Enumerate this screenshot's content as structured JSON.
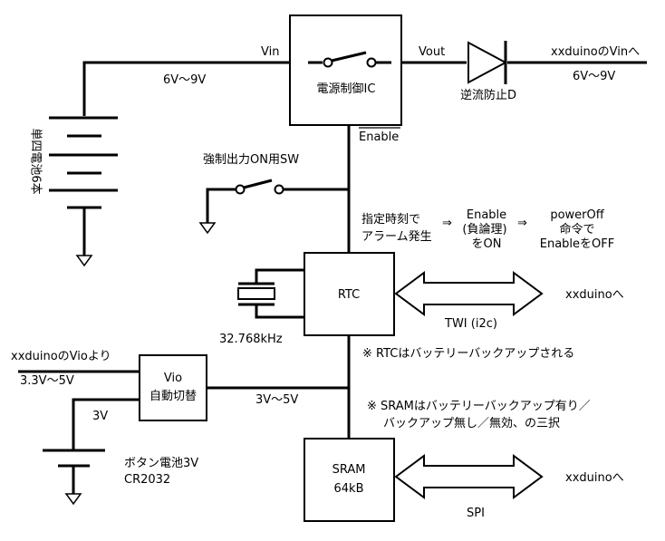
{
  "labels": {
    "vin": "Vin",
    "vin_range": "6V～9V",
    "power_ic": "電源制御IC",
    "vout": "Vout",
    "diode": "逆流防止D",
    "to_vin": "xxduinoのVinへ",
    "vout_range": "6V～9V",
    "battery": "単四電池6本",
    "enable": "Enable",
    "force_sw": "強制出力ON用SW",
    "alarm_line1": "指定時刻で",
    "alarm_line2": "アラーム発生",
    "arrow1": "⇒",
    "enable_line1": "Enable",
    "enable_line2": "(負論理)",
    "enable_line3": "をON",
    "arrow2": "⇒",
    "poweroff_line1": "powerOff",
    "poweroff_line2": "命令で",
    "poweroff_line3": "EnableをOFF",
    "rtc": "RTC",
    "crystal_freq": "32.768kHz",
    "twi": "TWI (i2c)",
    "to_xx_twi": "xxduinoへ",
    "rtc_note": "※ RTCはバッテリーバックアップされる",
    "vio_from": "xxduinoのVioより",
    "vio_range": "3.3V～5V",
    "vio_line1": "Vio",
    "vio_line2": "自動切替",
    "vio_out": "3V～5V",
    "coin_3v": "3V",
    "coin_line1": "ボタン電池3V",
    "coin_line2": "CR2032",
    "sram_note_line1": "※ SRAMはバッテリーバックアップ有り／",
    "sram_note_line2": "バックアップ無し／無効、の三択",
    "sram_line1": "SRAM",
    "sram_line2": "64kB",
    "spi": "SPI",
    "to_xx_spi": "xxduinoへ"
  }
}
